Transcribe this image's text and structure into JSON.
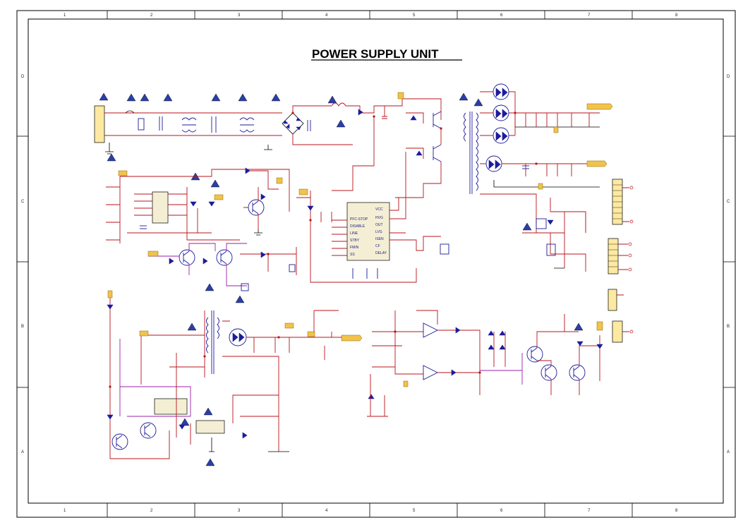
{
  "title": "POWER SUPPLY UNIT",
  "border": {
    "columns": [
      "1",
      "2",
      "3",
      "4",
      "5",
      "6",
      "7",
      "8"
    ],
    "rows": [
      "D",
      "C",
      "B",
      "A"
    ]
  },
  "ic_labels": {
    "ic1_pins_left": [
      "PFC-STOP",
      "DISABLE",
      "LINE",
      "STBY",
      "FMIN",
      "SS"
    ],
    "ic1_pins_right": [
      "VCC",
      "HVG",
      "OUT",
      "LVG",
      "ISEN",
      "CF",
      "DELAY"
    ]
  }
}
